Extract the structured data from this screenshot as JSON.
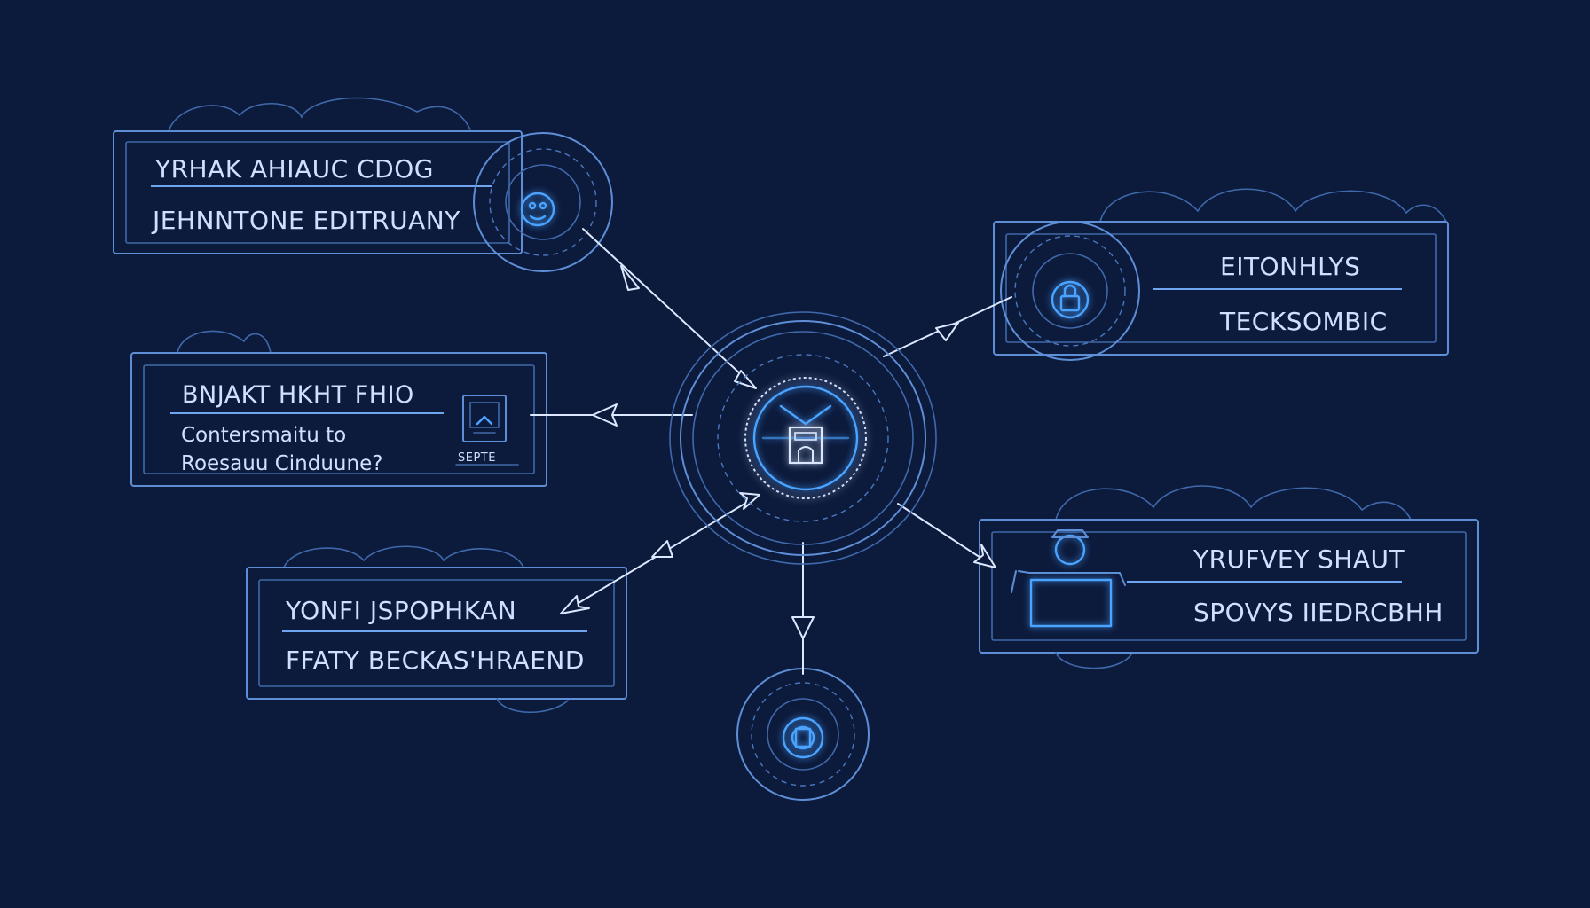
{
  "colors": {
    "background": "#0c1a3c",
    "line": "#5e8fd6",
    "accent": "#4aa3ff",
    "text": "#cfe0ff",
    "arrow": "#dce8ff"
  },
  "hub": {
    "icon": "building-icon"
  },
  "nodes": {
    "top_left": {
      "line1": "YRHAK  AHIAUC  CDOG",
      "line2": "JEHNNTONE  EDITRUANY",
      "icon": "gear-face-icon"
    },
    "mid_left": {
      "line1": "BNJAKT  HKHT  FHIO",
      "line2": "Contersmaitu to",
      "line3": "Roesauu Cinduune?",
      "icon": "document-icon",
      "caption": "SEPTE"
    },
    "bottom_left": {
      "line1": "YONFI  JSPOPHKAN",
      "line2": "FFATY  BECKAS'HRAEND"
    },
    "top_right": {
      "line1": "EITONHLYS",
      "line2": "TECKSOMBIC",
      "icon": "lock-icon"
    },
    "bottom_right": {
      "line1": "YRUFVEY  SHAUT",
      "line2": "SPOVYS  IIEDRCBHH",
      "icon": "person-desk-icon"
    },
    "bottom": {
      "icon": "gear-icon"
    }
  }
}
